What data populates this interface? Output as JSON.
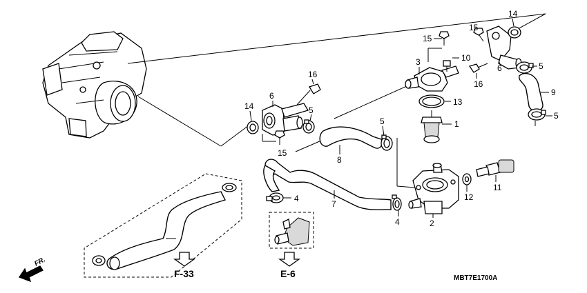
{
  "diagram": {
    "callouts": {
      "c1": "1",
      "c2": "2",
      "c3": "3",
      "c4a": "4",
      "c4b": "4",
      "c5a": "5",
      "c5b": "5",
      "c5c": "5",
      "c5d": "5",
      "c6a": "6",
      "c6b": "6",
      "c7": "7",
      "c8": "8",
      "c9": "9",
      "c10": "10",
      "c11": "11",
      "c12": "12",
      "c13": "13",
      "c14a": "14",
      "c14b": "14",
      "c15a": "15",
      "c15b": "15",
      "c16a": "16",
      "c16b": "16"
    },
    "references": {
      "ref_left": "F-33",
      "ref_right": "E-6"
    },
    "direction_label": "FR.",
    "diagram_code": "MBT7E1700A"
  }
}
